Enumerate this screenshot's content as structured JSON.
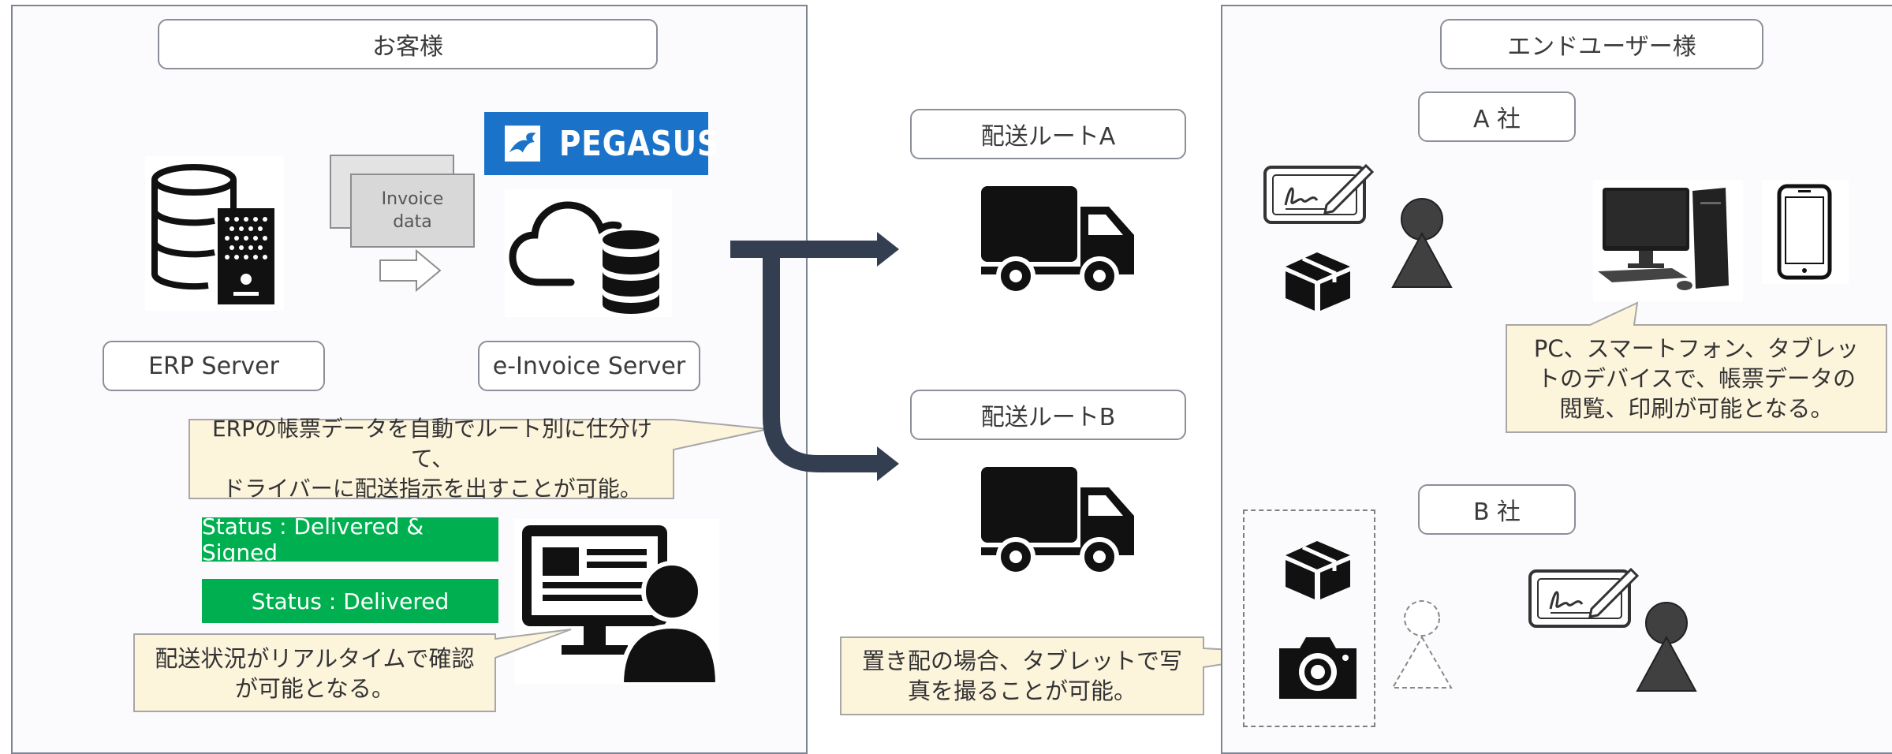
{
  "customer_panel": {
    "title": "お客様",
    "erp_server_label": "ERP Server",
    "einvoice_server_label": "e-Invoice Server",
    "invoice_doc_label": "Invoice\ndata",
    "pegasus_logo_text": "PEGASUS",
    "callout_routing": "ERPの帳票データを自動でルート別に仕分けて、\nドライバーに配送指示を出すことが可能。",
    "status_signed": "Status : Delivered & Signed",
    "status_delivered": "Status : Delivered",
    "callout_realtime": "配送状況がリアルタイムで確認\nが可能となる。"
  },
  "routes": {
    "route_a": "配送ルートA",
    "route_b": "配送ルートB",
    "callout_photo": "置き配の場合、タブレットで写\n真を撮ることが可能。"
  },
  "enduser_panel": {
    "title": "エンドユーザー様",
    "company_a": "A 社",
    "company_b": "B 社",
    "callout_devices": "PC、スマートフォン、タブレッ\nトのデバイスで、帳票データの\n閲覧、印刷が可能となる。"
  },
  "colors": {
    "callout_fill": "#fdf4dc",
    "callout_border": "#a7a7a7",
    "status_green": "#00b050",
    "arrow_navy": "#333f50",
    "pegasus_blue": "#1a73c8"
  },
  "icons": [
    "database-server-icon",
    "invoice-document-icon",
    "cloud-database-icon",
    "truck-icon",
    "signature-tablet-icon",
    "package-icon",
    "person-icon",
    "desktop-pc-icon",
    "smartphone-icon",
    "camera-icon",
    "monitor-user-icon"
  ]
}
